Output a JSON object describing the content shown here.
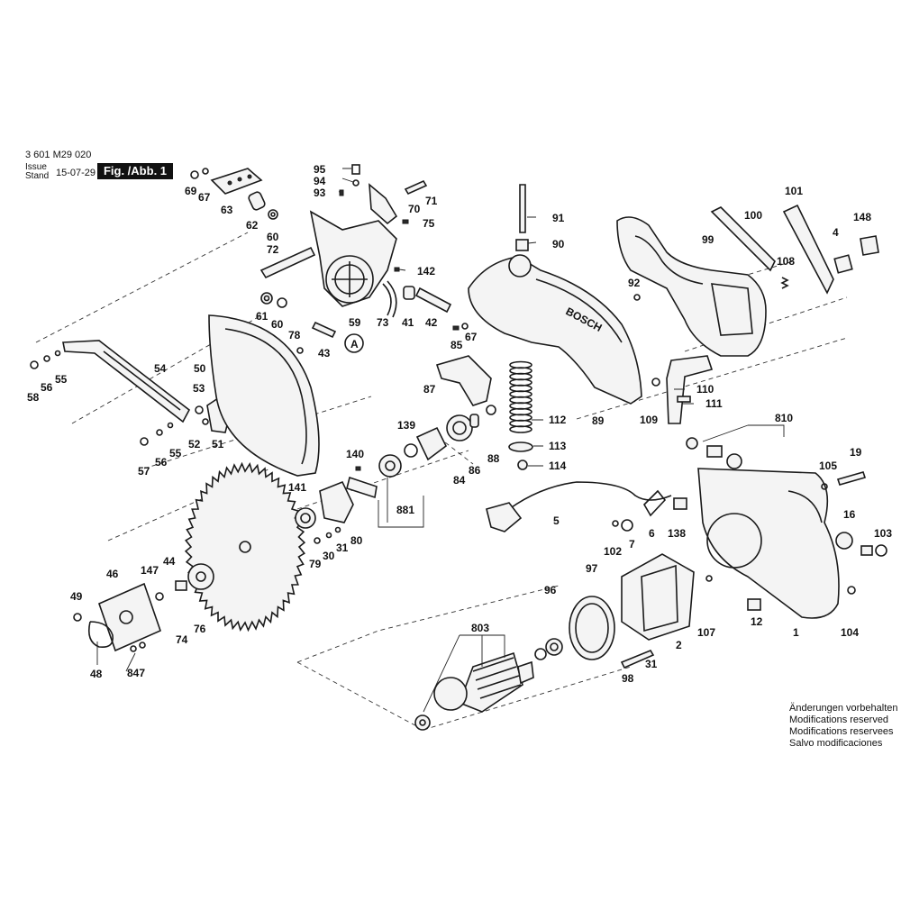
{
  "header": {
    "doc_number": "3 601 M29 020",
    "issue_label_1": "Issue",
    "issue_label_2": "Stand",
    "issue_date": "15-07-29",
    "figure_label": "Fig. /Abb. 1"
  },
  "notice": {
    "lines": [
      "Änderungen vorbehalten",
      "Modifications reserved",
      "Modifications reservees",
      "Salvo modificaciones"
    ]
  },
  "brand_on_guard": "BOSCH",
  "callouts": [
    {
      "id": "c69",
      "label": "69"
    },
    {
      "id": "c67a",
      "label": "67"
    },
    {
      "id": "c63",
      "label": "63"
    },
    {
      "id": "c62",
      "label": "62"
    },
    {
      "id": "c60a",
      "label": "60"
    },
    {
      "id": "c72",
      "label": "72"
    },
    {
      "id": "c95",
      "label": "95"
    },
    {
      "id": "c94",
      "label": "94"
    },
    {
      "id": "c93",
      "label": "93"
    },
    {
      "id": "c70",
      "label": "70"
    },
    {
      "id": "c71",
      "label": "71"
    },
    {
      "id": "c75",
      "label": "75"
    },
    {
      "id": "c142",
      "label": "142"
    },
    {
      "id": "c91",
      "label": "91"
    },
    {
      "id": "c90",
      "label": "90"
    },
    {
      "id": "c101",
      "label": "101"
    },
    {
      "id": "c100",
      "label": "100"
    },
    {
      "id": "c148",
      "label": "148"
    },
    {
      "id": "c99",
      "label": "99"
    },
    {
      "id": "c4",
      "label": "4"
    },
    {
      "id": "c108",
      "label": "108"
    },
    {
      "id": "c92",
      "label": "92"
    },
    {
      "id": "c61",
      "label": "61"
    },
    {
      "id": "c60b",
      "label": "60"
    },
    {
      "id": "c59",
      "label": "59"
    },
    {
      "id": "c73",
      "label": "73"
    },
    {
      "id": "c41",
      "label": "41"
    },
    {
      "id": "c42",
      "label": "42"
    },
    {
      "id": "c78",
      "label": "78"
    },
    {
      "id": "c43",
      "label": "43"
    },
    {
      "id": "cA",
      "label": "A"
    },
    {
      "id": "c85",
      "label": "85"
    },
    {
      "id": "c67b",
      "label": "67"
    },
    {
      "id": "c58",
      "label": "58"
    },
    {
      "id": "c56a",
      "label": "56"
    },
    {
      "id": "c55a",
      "label": "55"
    },
    {
      "id": "c54",
      "label": "54"
    },
    {
      "id": "c50",
      "label": "50"
    },
    {
      "id": "c53",
      "label": "53"
    },
    {
      "id": "c52",
      "label": "52"
    },
    {
      "id": "c51",
      "label": "51"
    },
    {
      "id": "c57",
      "label": "57"
    },
    {
      "id": "c56b",
      "label": "56"
    },
    {
      "id": "c55b",
      "label": "55"
    },
    {
      "id": "c87",
      "label": "87"
    },
    {
      "id": "c89",
      "label": "89"
    },
    {
      "id": "c110",
      "label": "110"
    },
    {
      "id": "c111",
      "label": "111"
    },
    {
      "id": "c109",
      "label": "109"
    },
    {
      "id": "c112",
      "label": "112"
    },
    {
      "id": "c139",
      "label": "139"
    },
    {
      "id": "c86",
      "label": "86"
    },
    {
      "id": "c88",
      "label": "88"
    },
    {
      "id": "c84",
      "label": "84"
    },
    {
      "id": "c113",
      "label": "113"
    },
    {
      "id": "c114",
      "label": "114"
    },
    {
      "id": "c140",
      "label": "140"
    },
    {
      "id": "c141",
      "label": "141"
    },
    {
      "id": "c881",
      "label": "881"
    },
    {
      "id": "c810",
      "label": "810"
    },
    {
      "id": "c19",
      "label": "19"
    },
    {
      "id": "c105",
      "label": "105"
    },
    {
      "id": "c5",
      "label": "5"
    },
    {
      "id": "c6",
      "label": "6"
    },
    {
      "id": "c7",
      "label": "7"
    },
    {
      "id": "c102",
      "label": "102"
    },
    {
      "id": "c138",
      "label": "138"
    },
    {
      "id": "c16",
      "label": "16"
    },
    {
      "id": "c103",
      "label": "103"
    },
    {
      "id": "c79",
      "label": "79"
    },
    {
      "id": "c30",
      "label": "30"
    },
    {
      "id": "c31a",
      "label": "31"
    },
    {
      "id": "c80",
      "label": "80"
    },
    {
      "id": "c44",
      "label": "44"
    },
    {
      "id": "c147",
      "label": "147"
    },
    {
      "id": "c46",
      "label": "46"
    },
    {
      "id": "c49",
      "label": "49"
    },
    {
      "id": "c74",
      "label": "74"
    },
    {
      "id": "c76",
      "label": "76"
    },
    {
      "id": "c48",
      "label": "48"
    },
    {
      "id": "c847",
      "label": "847"
    },
    {
      "id": "c97",
      "label": "97"
    },
    {
      "id": "c96",
      "label": "96"
    },
    {
      "id": "c803",
      "label": "803"
    },
    {
      "id": "c12",
      "label": "12"
    },
    {
      "id": "c107",
      "label": "107"
    },
    {
      "id": "c1",
      "label": "1"
    },
    {
      "id": "c104",
      "label": "104"
    },
    {
      "id": "c2",
      "label": "2"
    },
    {
      "id": "c31b",
      "label": "31"
    },
    {
      "id": "c98",
      "label": "98"
    }
  ]
}
